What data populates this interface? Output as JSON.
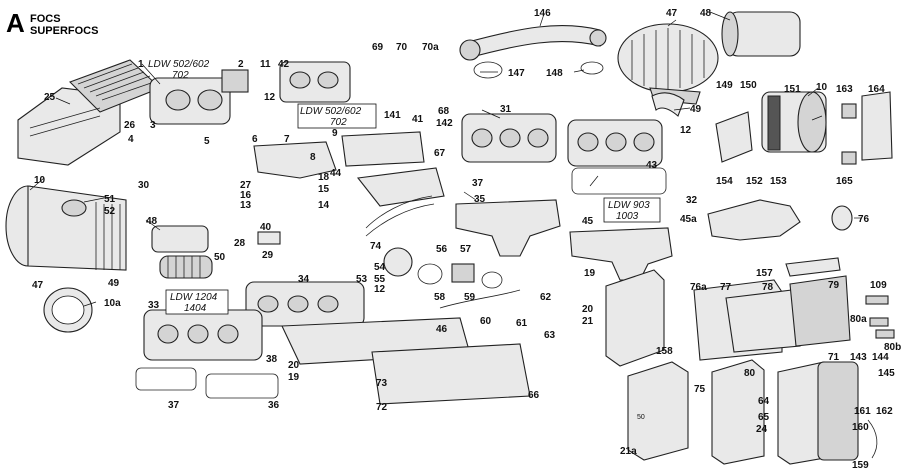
{
  "header": {
    "letter": "A",
    "line1": "FOCS",
    "line2": "SUPERFOCS"
  },
  "model_labels": {
    "ldw502_602_702": [
      "LDW 502/602",
      "702"
    ],
    "ldw502_602_702_b": [
      "LDW 502/602",
      "702"
    ],
    "ldw903_1003": [
      "LDW 903",
      "1003"
    ],
    "ldw1204_1404": [
      "LDW 1204",
      "1404"
    ]
  },
  "callouts": [
    "1",
    "2",
    "3",
    "4",
    "5",
    "6",
    "7",
    "8",
    "9",
    "10",
    "10",
    "10a",
    "11",
    "12",
    "12",
    "12",
    "13",
    "14",
    "15",
    "16",
    "18",
    "19",
    "19",
    "20",
    "20",
    "21",
    "21a",
    "24",
    "25",
    "26",
    "27",
    "28",
    "29",
    "30",
    "31",
    "32",
    "33",
    "34",
    "35",
    "36",
    "37",
    "37",
    "38",
    "40",
    "41",
    "42",
    "43",
    "44",
    "45",
    "45a",
    "46",
    "47",
    "47",
    "48",
    "48",
    "49",
    "49",
    "50",
    "50",
    "51",
    "52",
    "53",
    "54",
    "55",
    "56",
    "57",
    "58",
    "59",
    "60",
    "61",
    "62",
    "63",
    "64",
    "65",
    "66",
    "67",
    "68",
    "69",
    "70",
    "70a",
    "71",
    "72",
    "73",
    "74",
    "75",
    "76",
    "76a",
    "77",
    "78",
    "79",
    "80",
    "80a",
    "80b",
    "109",
    "141",
    "142",
    "143",
    "144",
    "145",
    "146",
    "147",
    "148",
    "149",
    "150",
    "151",
    "152",
    "153",
    "154",
    "157",
    "158",
    "159",
    "160",
    "161",
    "162",
    "163",
    "164",
    "165"
  ]
}
